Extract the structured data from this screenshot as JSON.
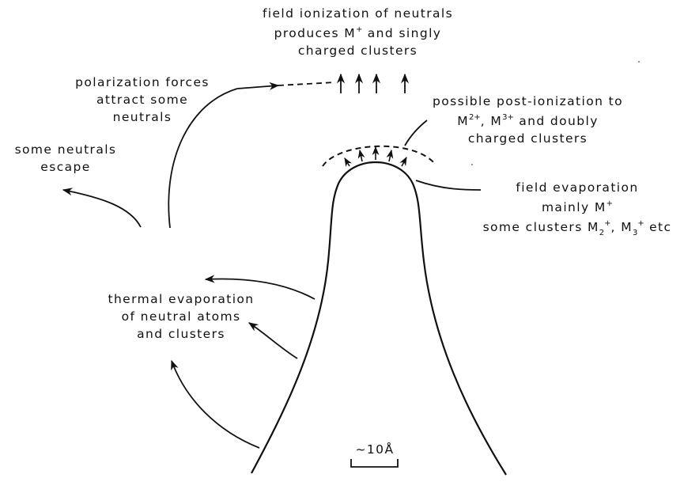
{
  "labels": {
    "field_ionization": {
      "l1": "field ionization of neutrals",
      "l2_pre": "produces M",
      "l2_sup": "+",
      "l2_post": " and singly",
      "l3": "charged clusters"
    },
    "polarization": {
      "l1": "polarization forces",
      "l2": "attract some",
      "l3": "neutrals"
    },
    "some_neutrals": {
      "l1": "some neutrals",
      "l2": "escape"
    },
    "post_ionization": {
      "l1": "possible post-ionization to",
      "l2_a": "M",
      "l2_a_sup": "2+",
      "l2_b": ", M",
      "l2_b_sup": "3+",
      "l2_c": " and doubly",
      "l3": "charged clusters"
    },
    "field_evaporation": {
      "l1": "field evaporation",
      "l2_pre": "mainly M",
      "l2_sup": "+",
      "l3_a": "some clusters M",
      "l3_sub1": "2",
      "l3_sup1": "+",
      "l3_b": ", M",
      "l3_sub2": "3",
      "l3_sup2": "+",
      "l3_c": " etc"
    },
    "thermal": {
      "l1": "thermal evaporation",
      "l2": "of neutral atoms",
      "l3": "and clusters"
    },
    "scale": "~10Å"
  },
  "colors": {
    "ink": "#111111",
    "background": "#ffffff"
  }
}
